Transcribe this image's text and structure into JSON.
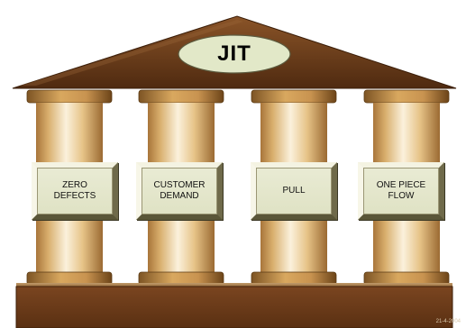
{
  "title": "JIT",
  "pillars": [
    {
      "lines": [
        "ZERO",
        "DEFECTS"
      ]
    },
    {
      "lines": [
        "CUSTOMER",
        "DEMAND"
      ]
    },
    {
      "lines": [
        "PULL"
      ]
    },
    {
      "lines": [
        "ONE PIECE",
        "FLOW"
      ]
    }
  ],
  "date": "21-4-2004",
  "colors": {
    "roof": "#6b3a1a",
    "base": "#6b3a1a",
    "column": "#e8c88c",
    "column_edge": "#a8753a",
    "capital": "#b07e3d",
    "plaque": "#e3e6c9",
    "oval": "#e2e8c8"
  }
}
